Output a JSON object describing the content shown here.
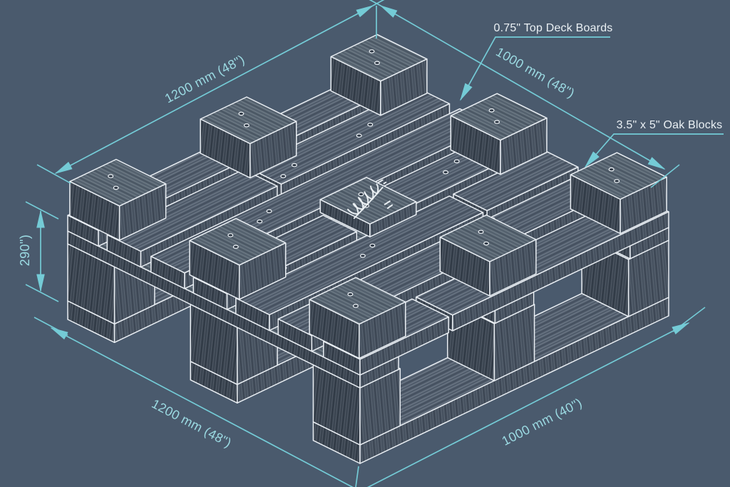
{
  "scene": {
    "description": "Isometric blueprint illustration of a wooden block pallet",
    "background_color": "#4a5a6d",
    "dimension_line_color": "#74cbd6",
    "dimension_text_color": "#9bdae2",
    "note_text_color": "#eaf0f4",
    "outline_color": "#e9eef3"
  },
  "dimensions": {
    "top_left": {
      "label": "1200 mm (48\")"
    },
    "top_right": {
      "label": "1000 mm (48\")"
    },
    "left_height": {
      "label": "290\")"
    },
    "bottom_left": {
      "label": "1200 mm (48\")"
    },
    "bottom_right": {
      "label": "1000 mm (40\")"
    }
  },
  "annotations": {
    "top_deck_boards": {
      "label": "0.75\" Top Deck Boards"
    },
    "oak_blocks": {
      "label": "3.5\" x 5\" Oak Blocks"
    }
  },
  "illustration": {
    "subject": "block pallet",
    "center_stencil": "wheat-branch stamp"
  }
}
